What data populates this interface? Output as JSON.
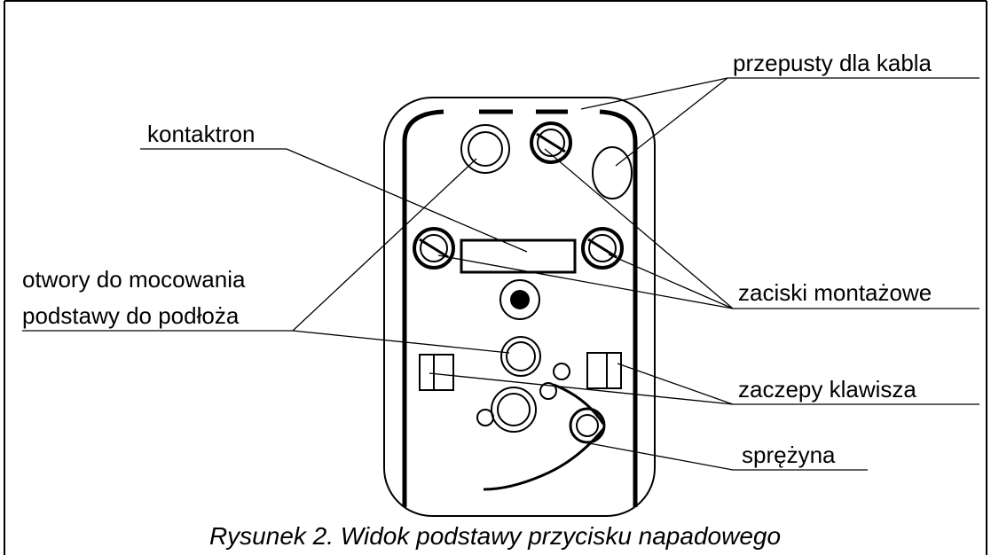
{
  "labels": {
    "cable_passages": "przepusty dla kabla",
    "reed_switch": "kontaktron",
    "mounting_holes_line1": "otwory do mocowania",
    "mounting_holes_line2": "podstawy do podłoża",
    "mounting_terminals": "zaciski montażowe",
    "button_latches": "zaczepy klawisza",
    "spring": "sprężyna"
  },
  "caption": "Rysunek 2. Widok podstawy przycisku napadowego"
}
